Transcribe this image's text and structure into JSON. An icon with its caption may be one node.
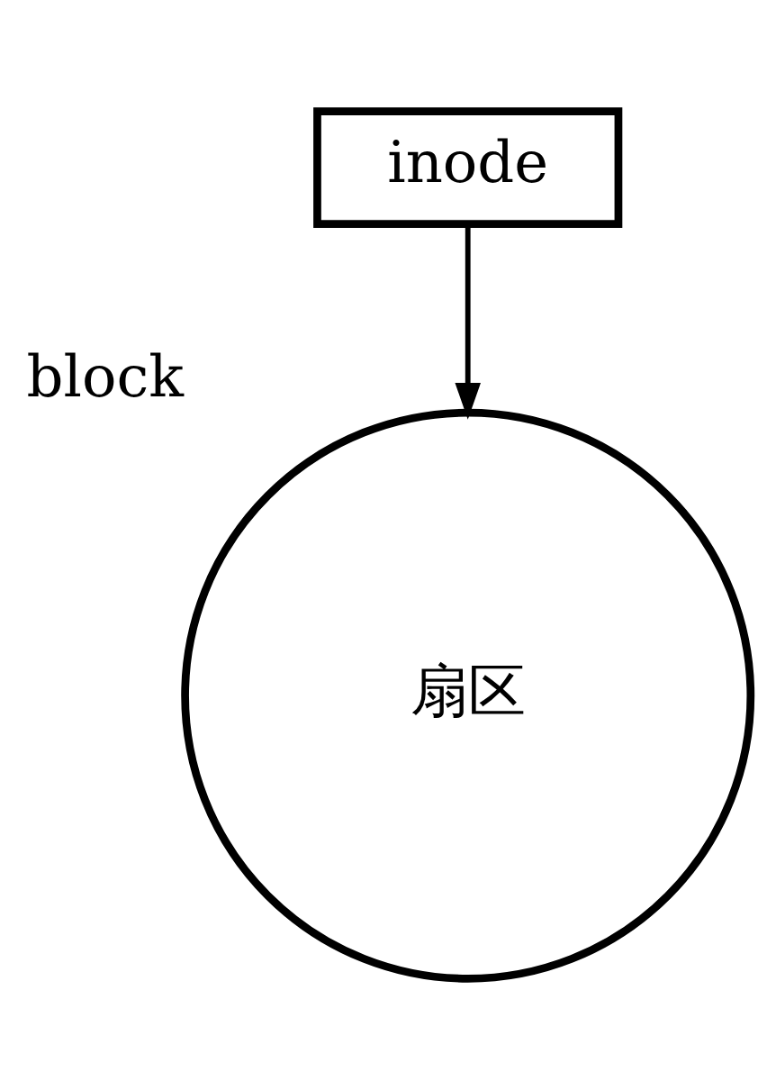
{
  "diagram": {
    "nodes": [
      {
        "text": [
          "inode"
        ]
      },
      {
        "text": [
          "扇区"
        ],
        "beside": [
          "block"
        ]
      }
    ],
    "edges": [
      {
        "from": 0,
        "to": 1,
        "arrow": "to"
      }
    ]
  }
}
